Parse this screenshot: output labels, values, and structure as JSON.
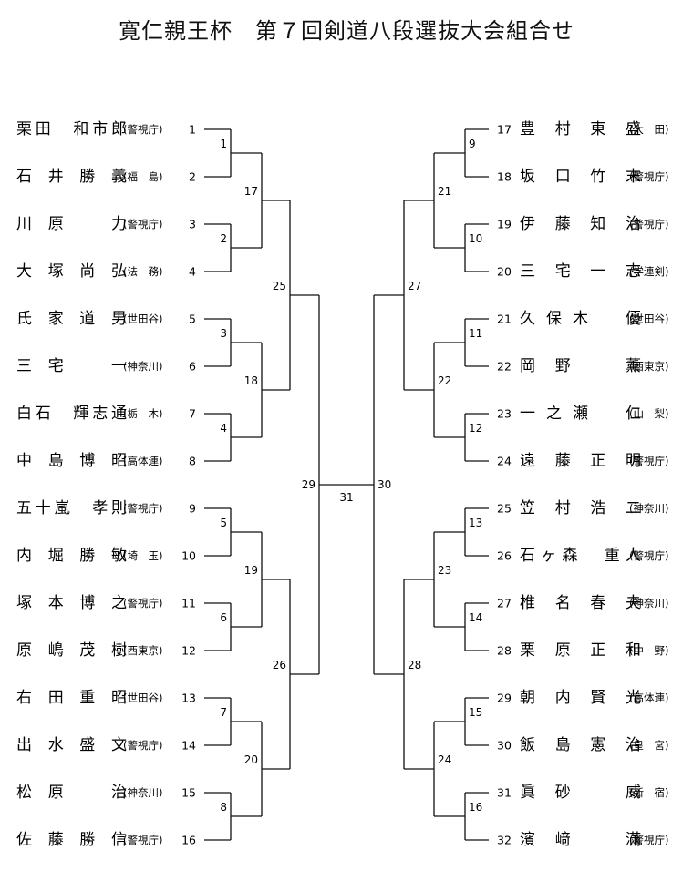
{
  "title": "寛仁親王杯　第７回剣道八段選抜大会組合せ",
  "left_players": [
    {
      "seed": "1",
      "name": "栗田 和市郎",
      "aff": "(警視庁)"
    },
    {
      "seed": "2",
      "name": "石井勝義",
      "aff": "(福　島)"
    },
    {
      "seed": "3",
      "name": "川原　力",
      "aff": "(警視庁)"
    },
    {
      "seed": "4",
      "name": "大塚尚弘",
      "aff": "(法　務)"
    },
    {
      "seed": "5",
      "name": "氏家道男",
      "aff": "(世田谷)"
    },
    {
      "seed": "6",
      "name": "三宅　一",
      "aff": "(神奈川)"
    },
    {
      "seed": "7",
      "name": "白石 輝志通",
      "aff": "(栃　木)"
    },
    {
      "seed": "8",
      "name": "中島博昭",
      "aff": "(高体連)"
    },
    {
      "seed": "9",
      "name": "五十嵐 孝則",
      "aff": "(警視庁)"
    },
    {
      "seed": "10",
      "name": "内堀勝敏",
      "aff": "(埼　玉)"
    },
    {
      "seed": "11",
      "name": "塚本博之",
      "aff": "(警視庁)"
    },
    {
      "seed": "12",
      "name": "原嶋茂樹",
      "aff": "(西東京)"
    },
    {
      "seed": "13",
      "name": "右田重昭",
      "aff": "(世田谷)"
    },
    {
      "seed": "14",
      "name": "出水盛文",
      "aff": "(警視庁)"
    },
    {
      "seed": "15",
      "name": "松原　治",
      "aff": "(神奈川)"
    },
    {
      "seed": "16",
      "name": "佐藤勝信",
      "aff": "(警視庁)"
    }
  ],
  "right_players": [
    {
      "seed": "17",
      "name": "豊村東盛",
      "aff": "(大　田)"
    },
    {
      "seed": "18",
      "name": "坂口竹末",
      "aff": "(警視庁)"
    },
    {
      "seed": "19",
      "name": "伊藤知治",
      "aff": "(警視庁)"
    },
    {
      "seed": "20",
      "name": "三宅一志",
      "aff": "(学連剣)"
    },
    {
      "seed": "21",
      "name": "久保木 優",
      "aff": "(世田谷)"
    },
    {
      "seed": "22",
      "name": "岡野　薫",
      "aff": "(西東京)"
    },
    {
      "seed": "23",
      "name": "一之瀬 仁",
      "aff": "(山　梨)"
    },
    {
      "seed": "24",
      "name": "遠藤正明",
      "aff": "(警視庁)"
    },
    {
      "seed": "25",
      "name": "笠村浩二",
      "aff": "(神奈川)"
    },
    {
      "seed": "26",
      "name": "石ヶ森 重人",
      "aff": "(警視庁)"
    },
    {
      "seed": "27",
      "name": "椎名春夫",
      "aff": "(神奈川)"
    },
    {
      "seed": "28",
      "name": "栗原正和",
      "aff": "(中　野)"
    },
    {
      "seed": "29",
      "name": "朝内賢光",
      "aff": "(高体連)"
    },
    {
      "seed": "30",
      "name": "飯島憲治",
      "aff": "(皇　宮)"
    },
    {
      "seed": "31",
      "name": "眞砂　威",
      "aff": "(新　宿)"
    },
    {
      "seed": "32",
      "name": "濱﨑　滿",
      "aff": "(警視庁)"
    }
  ],
  "match_numbers": {
    "left_r1": [
      "1",
      "2",
      "3",
      "4",
      "5",
      "6",
      "7",
      "8"
    ],
    "left_r2": [
      "17",
      "18",
      "19",
      "20"
    ],
    "left_r3": [
      "25",
      "26"
    ],
    "left_sf": "29",
    "right_r1": [
      "9",
      "10",
      "11",
      "12",
      "13",
      "14",
      "15",
      "16"
    ],
    "right_r2": [
      "21",
      "22",
      "23",
      "24"
    ],
    "right_r3": [
      "27",
      "28"
    ],
    "right_sf": "30",
    "final": "31"
  }
}
